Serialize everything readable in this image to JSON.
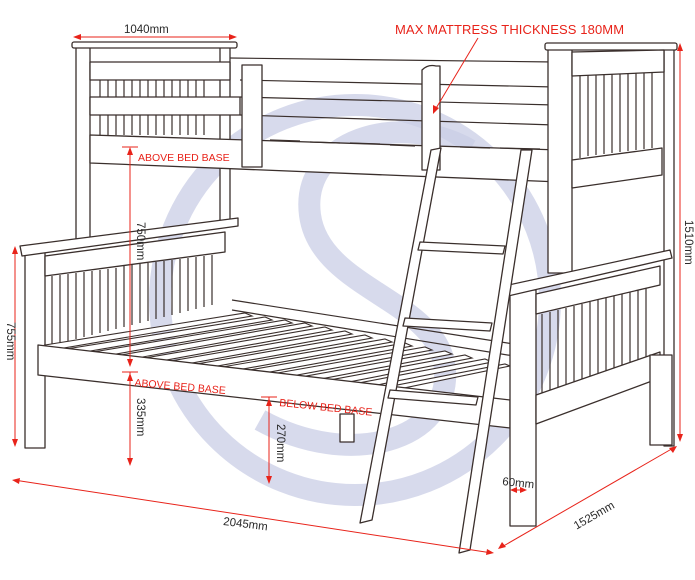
{
  "diagram": {
    "title": "Bunk bed dimension drawing",
    "subject": "Triple sleeper bunk bed with ladder",
    "watermark": "circled-S-logo",
    "colors": {
      "line": "#3a2f2c",
      "dimension": "#e8231a",
      "watermark": "#c9cde6",
      "background": "#ffffff"
    }
  },
  "dimensions": {
    "top_width": "1040mm",
    "max_mattress": "MAX MATTRESS THICKNESS 180MM",
    "upper_clearance": "750mm",
    "upper_above_base": "ABOVE BED BASE",
    "lower_above_base": "ABOVE BED BASE",
    "lower_height": "335mm",
    "below_base": "BELOW BED BASE",
    "under_clearance": "270mm",
    "footboard_height": "755mm",
    "total_height": "1510mm",
    "post_width": "60mm",
    "total_length": "2045mm",
    "total_width": "1525mm"
  }
}
